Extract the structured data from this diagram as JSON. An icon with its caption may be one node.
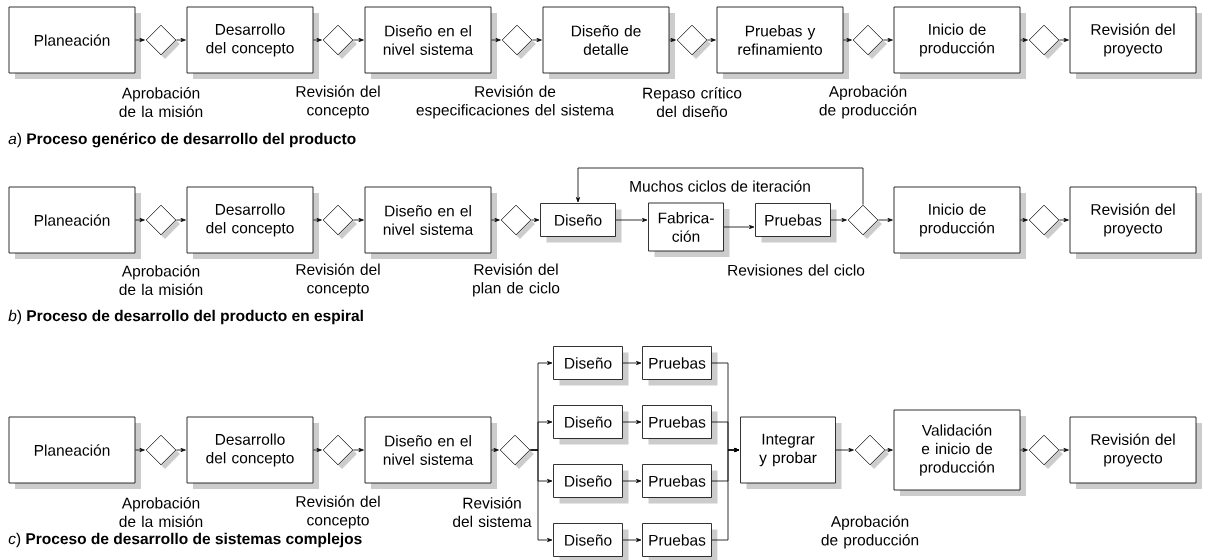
{
  "diagram": {
    "nodes": [
      {
        "text": [
          "Planeación"
        ]
      },
      {
        "text": [],
        "shape": "diamond"
      },
      {
        "text": [
          "Desarrollo del concepto"
        ]
      },
      {
        "text": [],
        "shape": "diamond"
      },
      {
        "text": [
          "Diseño en el nivel sistema"
        ]
      },
      {
        "text": [],
        "shape": "diamond"
      },
      {
        "text": [
          "Diseño de detalle"
        ]
      },
      {
        "text": [],
        "shape": "diamond"
      },
      {
        "text": [
          "Pruebas y refinamiento"
        ]
      },
      {
        "text": [],
        "shape": "diamond"
      },
      {
        "text": [
          "Inicio de producción"
        ]
      },
      {
        "text": [],
        "shape": "diamond"
      },
      {
        "text": [
          "Revisión del proyecto"
        ]
      },
      {
        "text": [
          "Planeación"
        ]
      },
      {
        "text": [],
        "shape": "diamond"
      },
      {
        "text": [
          "Desarrollo del concepto"
        ]
      },
      {
        "text": [],
        "shape": "diamond"
      },
      {
        "text": [
          "Diseño en el nivel sistema"
        ]
      },
      {
        "text": [],
        "shape": "diamond"
      },
      {
        "text": [
          "Diseño"
        ]
      },
      {
        "text": [
          "Fabrica- ción"
        ]
      },
      {
        "text": [
          "Pruebas"
        ]
      },
      {
        "text": [],
        "shape": "diamond"
      },
      {
        "text": [
          "Inicio de producción"
        ]
      },
      {
        "text": [],
        "shape": "diamond"
      },
      {
        "text": [
          "Revisión del proyecto"
        ]
      },
      {
        "text": [
          "Planeación"
        ]
      },
      {
        "text": [],
        "shape": "diamond"
      },
      {
        "text": [
          "Desarrollo del concepto"
        ]
      },
      {
        "text": [],
        "shape": "diamond"
      },
      {
        "text": [
          "Diseño en el nivel sistema"
        ]
      },
      {
        "text": [],
        "shape": "diamond"
      },
      {
        "text": [
          "Diseño"
        ]
      },
      {
        "text": [
          "Pruebas"
        ]
      },
      {
        "text": [
          "Diseño"
        ]
      },
      {
        "text": [
          "Pruebas"
        ]
      },
      {
        "text": [
          "Diseño"
        ]
      },
      {
        "text": [
          "Pruebas"
        ]
      },
      {
        "text": [
          "Diseño"
        ]
      },
      {
        "text": [
          "Pruebas"
        ]
      },
      {
        "text": [
          "Integrar y probar"
        ]
      },
      {
        "text": [],
        "shape": "diamond"
      },
      {
        "text": [
          "Validación e inicio de producción"
        ]
      },
      {
        "text": [],
        "shape": "diamond"
      },
      {
        "text": [
          "Revisión del proyecto"
        ]
      }
    ],
    "edges": [
      {
        "from": 0,
        "to": 1,
        "arrow": "to"
      },
      {
        "from": 1,
        "to": 2,
        "arrow": "to"
      },
      {
        "from": 2,
        "to": 3,
        "arrow": "to"
      },
      {
        "from": 3,
        "to": 4,
        "arrow": "to"
      },
      {
        "from": 4,
        "to": 5,
        "arrow": "to"
      },
      {
        "from": 5,
        "to": 6,
        "arrow": "to"
      },
      {
        "from": 6,
        "to": 7,
        "arrow": "to"
      },
      {
        "from": 7,
        "to": 8,
        "arrow": "to"
      },
      {
        "from": 8,
        "to": 9,
        "arrow": "to"
      },
      {
        "from": 9,
        "to": 10,
        "arrow": "to"
      },
      {
        "from": 10,
        "to": 11,
        "arrow": "to"
      },
      {
        "from": 11,
        "to": 12,
        "arrow": "to"
      },
      {
        "from": 13,
        "to": 14,
        "arrow": "to"
      },
      {
        "from": 14,
        "to": 15,
        "arrow": "to"
      },
      {
        "from": 15,
        "to": 16,
        "arrow": "to"
      },
      {
        "from": 16,
        "to": 17,
        "arrow": "to"
      },
      {
        "from": 17,
        "to": 18,
        "arrow": "to"
      },
      {
        "from": 18,
        "to": 19,
        "arrow": "to"
      },
      {
        "from": 19,
        "to": 20,
        "arrow": "to"
      },
      {
        "from": 20,
        "to": 21,
        "arrow": "to"
      },
      {
        "from": 21,
        "to": 22,
        "arrow": "to"
      },
      {
        "from": 22,
        "to": 23,
        "arrow": "to"
      },
      {
        "from": 23,
        "to": 24,
        "arrow": "to"
      },
      {
        "from": 24,
        "to": 25,
        "arrow": "to"
      },
      {
        "from": 22,
        "to": 19,
        "arrow": "to",
        "label": "Muchos ciclos de iteración"
      },
      {
        "from": 26,
        "to": 27,
        "arrow": "to"
      },
      {
        "from": 27,
        "to": 28,
        "arrow": "to"
      },
      {
        "from": 28,
        "to": 29,
        "arrow": "to"
      },
      {
        "from": 29,
        "to": 30,
        "arrow": "to"
      },
      {
        "from": 30,
        "to": 31,
        "arrow": "to"
      },
      {
        "from": 31,
        "to": 32,
        "arrow": "to"
      },
      {
        "from": 31,
        "to": 34,
        "arrow": "to"
      },
      {
        "from": 31,
        "to": 36,
        "arrow": "to"
      },
      {
        "from": 31,
        "to": 38,
        "arrow": "to"
      },
      {
        "from": 32,
        "to": 33,
        "arrow": "to"
      },
      {
        "from": 34,
        "to": 35,
        "arrow": "to"
      },
      {
        "from": 36,
        "to": 37,
        "arrow": "to"
      },
      {
        "from": 38,
        "to": 39,
        "arrow": "to"
      },
      {
        "from": 33,
        "to": 40,
        "arrow": "to"
      },
      {
        "from": 35,
        "to": 40,
        "arrow": "to"
      },
      {
        "from": 37,
        "to": 40,
        "arrow": "to"
      },
      {
        "from": 39,
        "to": 40,
        "arrow": "to"
      },
      {
        "from": 40,
        "to": 41,
        "arrow": "to"
      },
      {
        "from": 41,
        "to": 42,
        "arrow": "to"
      },
      {
        "from": 42,
        "to": 43,
        "arrow": "to"
      },
      {
        "from": 43,
        "to": 44,
        "arrow": "to"
      }
    ],
    "labels": [
      "Aprobación de la misión",
      "Revisión del concepto",
      "Revisión de especificaciones del sistema",
      "Repaso crítico del diseño",
      "Aprobación de producción",
      "*a*) **Proceso genérico de desarrollo del producto**",
      "Aprobación de la misión",
      "Revisión del concepto",
      "Revisión del plan de ciclo",
      "Revisiones del ciclo",
      "*b*) **Proceso de desarrollo del producto en espiral**",
      "Aprobación de la misión",
      "Revisión del concepto",
      "Revisión del sistema",
      "Aprobación de producción",
      "*c*) **Proceso de desarrollo de sistemas complejos**"
    ]
  }
}
